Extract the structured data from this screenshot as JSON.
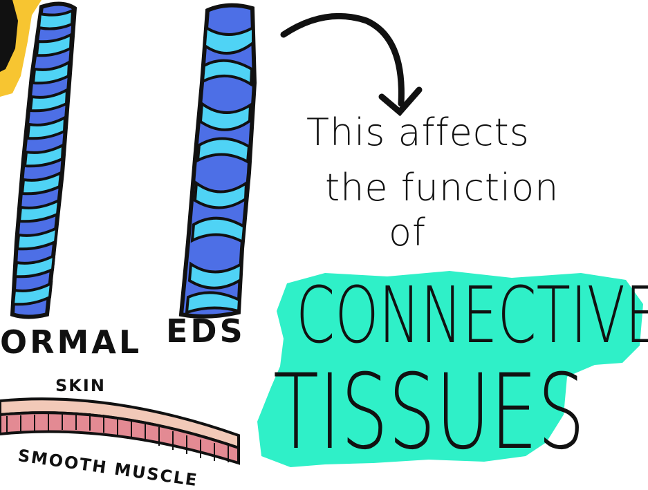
{
  "note": {
    "line1": "This affects",
    "line2": "the function",
    "line3": "of"
  },
  "highlight": {
    "line1": "CONNECTIVE",
    "line2": "TISSUES"
  },
  "labels": {
    "normal": "ORMAL",
    "eds": "EDS",
    "skin": "SKIN",
    "smooth_muscle": "SMOOTH MUSCLE"
  },
  "colors": {
    "dark_blue": "#4d6fe6",
    "light_blue": "#4fd3f5",
    "teal": "#2ff0c8",
    "yellow": "#f7c531",
    "skin": "#f2c9b8",
    "muscle": "#e38a93"
  }
}
